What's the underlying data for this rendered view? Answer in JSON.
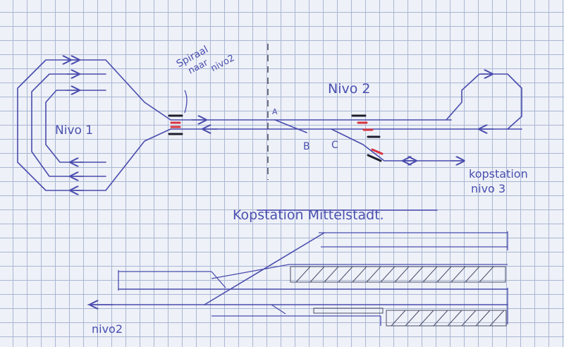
{
  "labels": {
    "nivo1": "Nivo 1",
    "nivo2": "Nivo 2",
    "spiral_line1": "Spiraal",
    "spiral_line2": "naar",
    "spiral_line3": "nivo2",
    "switch_a": "A",
    "switch_b": "B",
    "switch_c": "C",
    "kopstation_line1": "kopstation",
    "kopstation_line2": "nivo 3",
    "mittelstadt_title": "Kopstation Mittelstadt.",
    "nivo2_exit": "nivo2"
  },
  "colors": {
    "ink_blue": "#4a4cae",
    "ink_black": "#1e1e2e",
    "ink_red": "#d63340",
    "grid": "#a9b6d3",
    "paper": "#eef1f7"
  }
}
